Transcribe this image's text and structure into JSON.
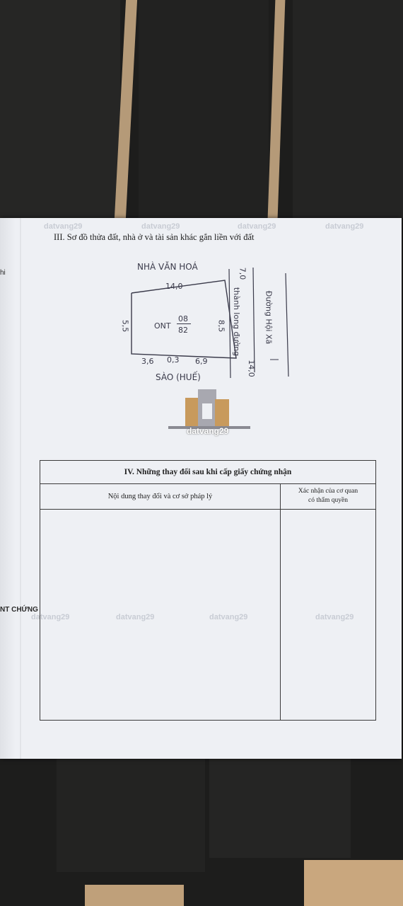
{
  "document": {
    "section3_title": "III. Sơ đồ thửa đất, nhà ở và tài sản khác gắn liền với đất",
    "watermark": "datvang29",
    "logo_text": "datvang29",
    "sketch": {
      "north_label": "NHÀ VĂN HOÁ",
      "south_label": "SÀO (HUẾ)",
      "top_edge": "14,0",
      "left_edge": "5,5",
      "right_edge": "8,5",
      "bottom_edges": [
        "3,6",
        "0,3",
        "6,9"
      ],
      "parcel_code": "ONT",
      "parcel_number": "08",
      "parcel_area": "82",
      "lane_label": "thành long đường",
      "road_label": "Đường Hội Xã",
      "road_width_top": "7,0",
      "road_width_bottom": "14,0"
    },
    "section4": {
      "title": "IV. Những thay đổi sau khi cấp giấy chứng nhận",
      "col_left": "Nội dung thay đổi và cơ sở pháp lý",
      "col_right_line1": "Xác nhận của cơ quan",
      "col_right_line2": "có thẩm quyền"
    },
    "margin_left_fragment": "hi",
    "margin_left_fragment2": "NT CHỨNG"
  }
}
